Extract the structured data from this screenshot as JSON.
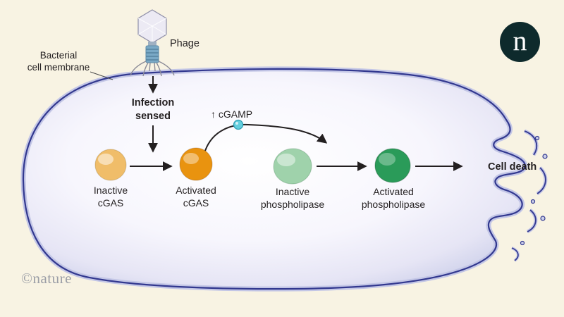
{
  "branding": {
    "logo_letter": "n",
    "watermark": "©nature"
  },
  "annotations": {
    "membrane_label": "Bacterial\ncell membrane",
    "phage_label": "Phage",
    "infection_label": "Infection\nsensed",
    "cgamp_label": "↑ cGAMP",
    "cell_death_label": "Cell death"
  },
  "pathway_steps": [
    {
      "label": "Inactive\ncGAS"
    },
    {
      "label": "Activated\ncGAS"
    },
    {
      "label": "Inactive\nphospholipase"
    },
    {
      "label": "Activated\nphospholipase"
    }
  ],
  "colors": {
    "background": "#f8f3e3",
    "membrane_outline": "#32388f",
    "membrane_band": "#c3c6e6",
    "cell_interior": "#efeef9",
    "inactive_cgas": "#f0bd69",
    "activated_cgas": "#e9930f",
    "inactive_phospholipase": "#9fd2ab",
    "activated_phospholipase": "#2a9b59",
    "cgamp_dot": "#63cede",
    "cgamp_dot_outline": "#2f9fb4",
    "arrow": "#231f20",
    "phage_sheath": "#7aa9c6",
    "logo_background": "#0e2a2c",
    "text": "#231f20",
    "watermark": "#9b9ea6"
  }
}
